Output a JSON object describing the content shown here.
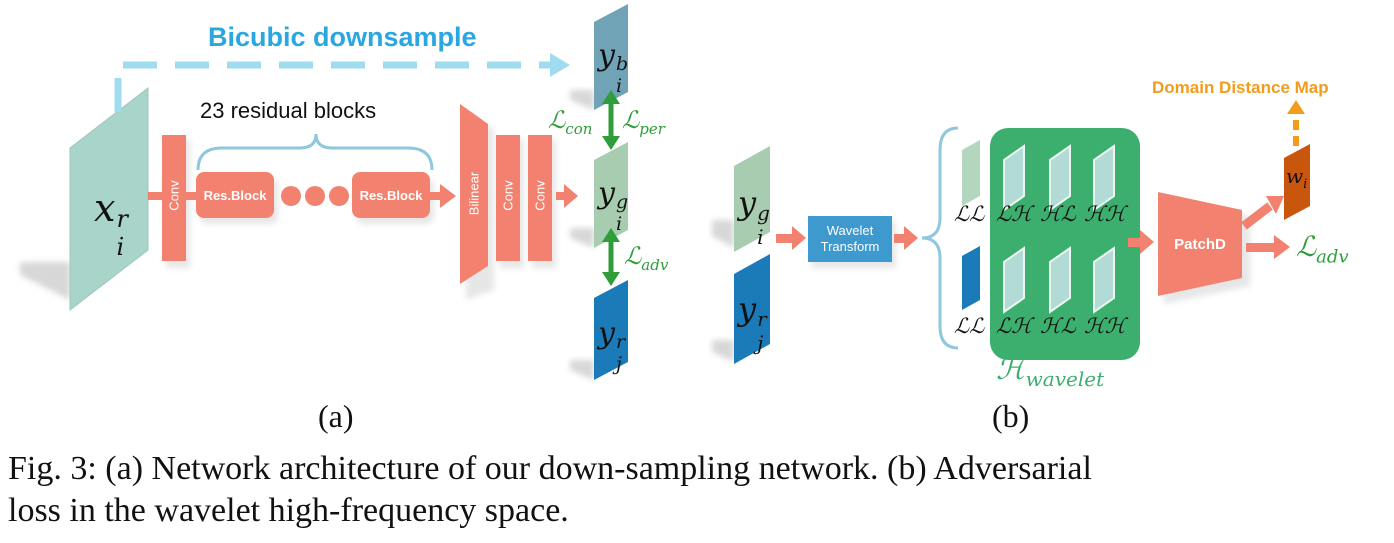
{
  "panel_a": {
    "bicubic_label": "Bicubic downsample",
    "residual_label": "23 residual blocks",
    "input_sym": "x",
    "input_sup": "r",
    "input_sub": "i",
    "conv1": "Conv",
    "resblock1": "Res.Block",
    "resblock2": "Res.Block",
    "bilinear": "Bilinear",
    "conv2": "Conv",
    "conv3": "Conv",
    "yb_sym": "y",
    "yb_sup": "b",
    "yb_sub": "i",
    "yg_sym": "y",
    "yg_sup": "g",
    "yg_sub": "i",
    "yr_sym": "y",
    "yr_sup": "r",
    "yr_sub": "j",
    "loss_con": "con",
    "loss_per": "per",
    "loss_adv": "adv",
    "panel_label": "(a)"
  },
  "panel_b": {
    "yg_sym": "y",
    "yg_sup": "g",
    "yg_sub": "i",
    "yr_sym": "y",
    "yr_sup": "r",
    "yr_sub": "j",
    "wavelet_transform_line1": "Wavelet",
    "wavelet_transform_line2": "Transform",
    "sub_top": [
      "ℒℒ",
      "ℒℋ",
      "ℋℒ",
      "ℋℋ"
    ],
    "sub_bottom": [
      "ℒℒ",
      "ℒℋ",
      "ℋℒ",
      "ℋℋ"
    ],
    "h_symbol": "ℋ",
    "h_sub": "wavelet",
    "patchd": "PatchD",
    "w_sym": "w",
    "w_sub": "i",
    "domain_map": "Domain Distance Map",
    "loss_adv": "adv",
    "panel_label": "(b)"
  },
  "caption": {
    "line1": "Fig. 3: (a) Network architecture of our down-sampling network. (b) Adversarial",
    "line2": "loss in the wavelet high-frequency space."
  },
  "colors": {
    "salmon": "#f2826f",
    "teal_light": "#a9d4c9",
    "blue": "#1a7bb8",
    "green": "#3caf6e",
    "loss_green": "#2f9e3a",
    "bicubic": "#2aa7e0",
    "orange": "#f39c1a"
  }
}
